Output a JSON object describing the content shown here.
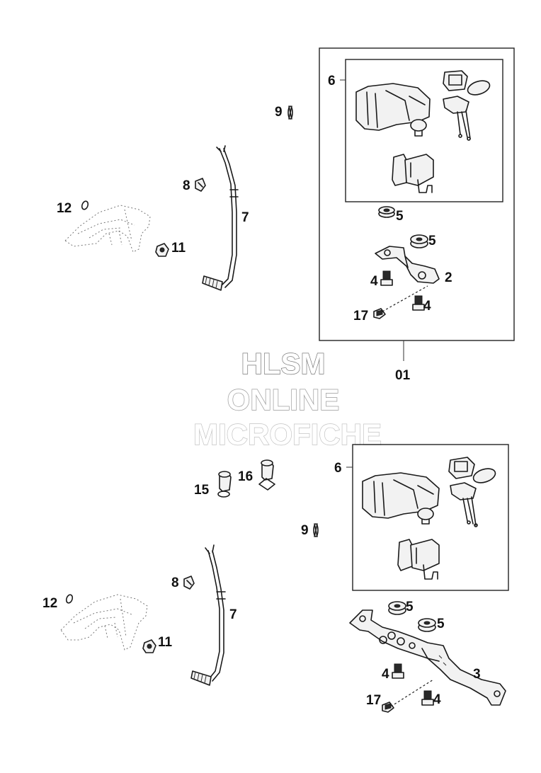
{
  "watermark": {
    "line1": "HLSM",
    "line2": "ONLINE",
    "line3": "MICROFICHE"
  },
  "assembly_top": {
    "assembly_label": "01",
    "labels": {
      "switch_housing": "6",
      "bulb": "9",
      "cable": "7",
      "cable_clip": "8",
      "handlebar_clamp": "12",
      "nut": "11",
      "rubber_grommet_a": "5",
      "rubber_grommet_b": "5",
      "bracket": "2",
      "screw_a": "4",
      "screw_b": "4",
      "screw_c": "17"
    }
  },
  "assembly_bottom": {
    "labels": {
      "switch_housing": "6",
      "bulb": "9",
      "pin_a": "15",
      "pin_b": "16",
      "cable": "7",
      "cable_clip": "8",
      "handlebar_clamp": "12",
      "nut": "11",
      "rubber_grommet_a": "5",
      "rubber_grommet_b": "5",
      "bracket": "3",
      "screw_a": "4",
      "screw_b": "4",
      "screw_c": "17"
    }
  },
  "colors": {
    "line": "#1a1a1a",
    "watermark_outline": "#888888",
    "background": "#ffffff"
  }
}
